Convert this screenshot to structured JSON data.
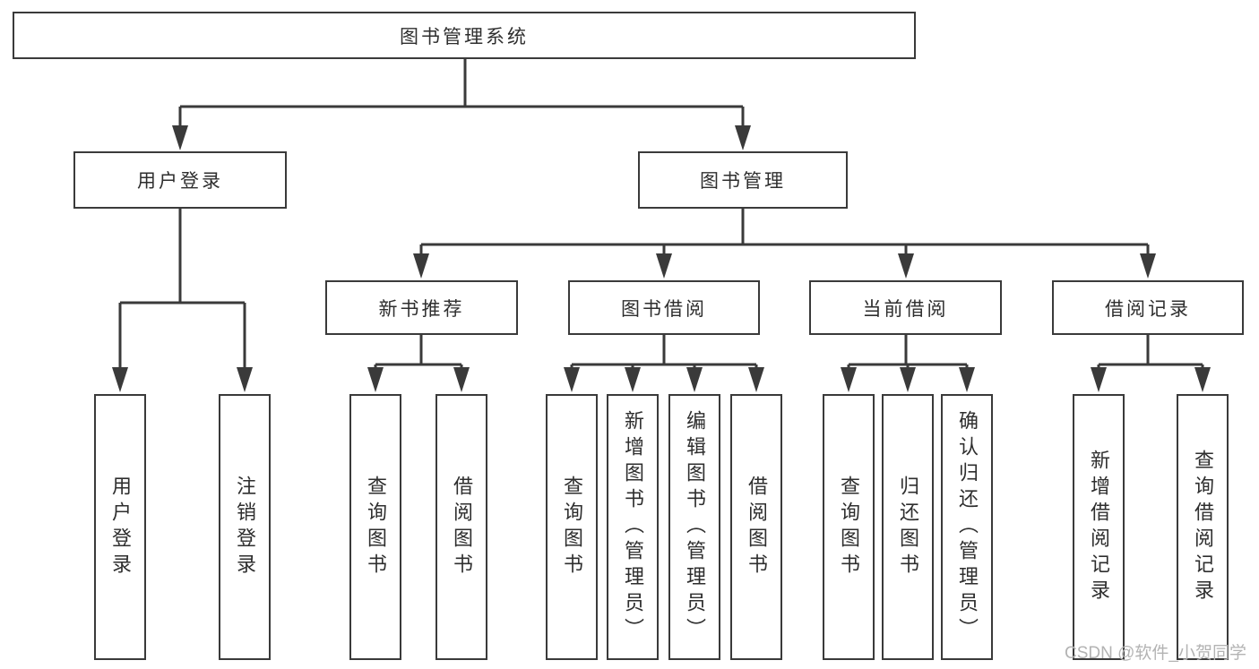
{
  "diagram": {
    "root": {
      "label": "图书管理系统",
      "children": [
        {
          "label": "用户登录",
          "children": [
            {
              "label": "用户登录"
            },
            {
              "label": "注销登录"
            }
          ]
        },
        {
          "label": "图书管理",
          "children": [
            {
              "label": "新书推荐",
              "children": [
                {
                  "label": "查询图书"
                },
                {
                  "label": "借阅图书"
                }
              ]
            },
            {
              "label": "图书借阅",
              "children": [
                {
                  "label": "查询图书"
                },
                {
                  "label": "新增图书（管理员）"
                },
                {
                  "label": "编辑图书（管理员）"
                },
                {
                  "label": "借阅图书"
                }
              ]
            },
            {
              "label": "当前借阅",
              "children": [
                {
                  "label": "查询图书"
                },
                {
                  "label": "归还图书"
                },
                {
                  "label": "确认归还（管理员）"
                }
              ]
            },
            {
              "label": "借阅记录",
              "children": [
                {
                  "label": "新增借阅记录"
                },
                {
                  "label": "查询借阅记录"
                }
              ]
            }
          ]
        }
      ]
    }
  },
  "watermark": {
    "text": "CSDN @软件_小贺同学"
  },
  "colors": {
    "line": "#3a3a3a",
    "text": "#2e2e2e",
    "watermark": "#b3b3b3",
    "background": "#ffffff"
  }
}
